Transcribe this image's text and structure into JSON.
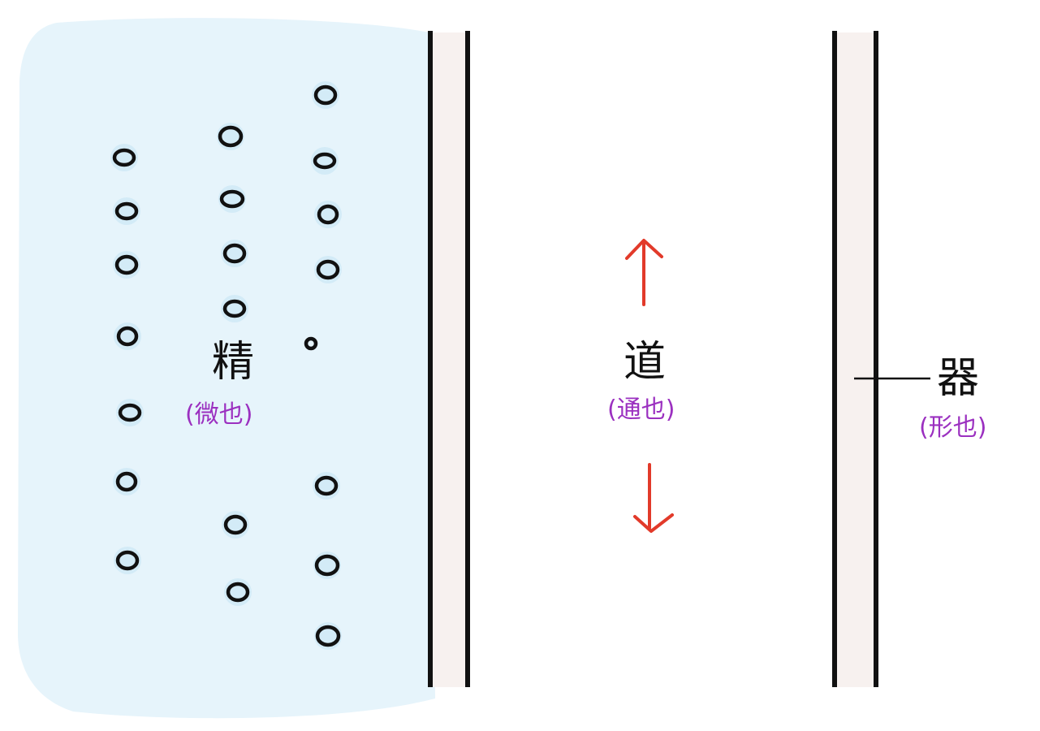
{
  "colors": {
    "background": "#ffffff",
    "fluid_region": "#e6f4fb",
    "particle_glow": "#cbe7f5",
    "particle_stroke": "#111111",
    "wall_stroke": "#111111",
    "wall_fill": "#f7f1ef",
    "arrow": "#e23a2a",
    "annotation": "#9b30c0",
    "text": "#111111"
  },
  "labels": {
    "jing": {
      "main": "精",
      "sub": "(微也)"
    },
    "dao": {
      "main": "道",
      "sub": "(通也)"
    },
    "qi": {
      "main": "器",
      "sub": "(形也)"
    }
  },
  "icons": {
    "arrow_up": "arrow-up-icon",
    "arrow_down": "arrow-down-icon"
  }
}
